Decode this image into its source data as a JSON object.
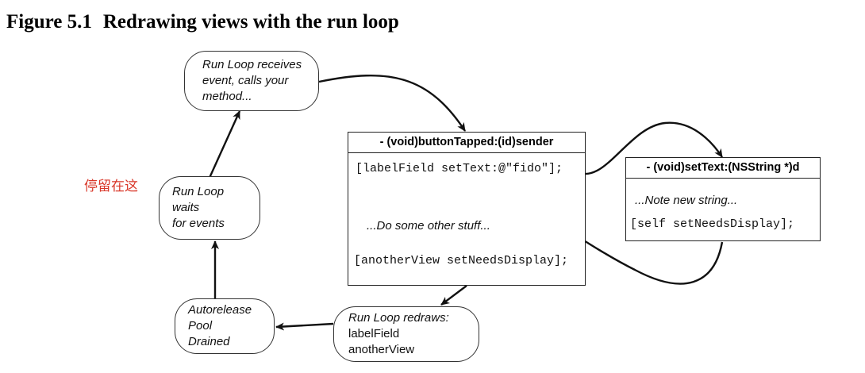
{
  "figure": {
    "number": "Figure 5.1",
    "title": "Redrawing views with the run loop"
  },
  "annotation": "停留在这",
  "nodes": {
    "receives": {
      "lines": [
        "Run Loop receives",
        "event, calls your",
        "method..."
      ]
    },
    "waits": {
      "lines": [
        "Run Loop",
        "waits",
        "for events"
      ]
    },
    "pool": {
      "lines": [
        "Autorelease",
        "Pool",
        "Drained"
      ]
    },
    "redraws": {
      "lines": [
        "Run Loop redraws:",
        "labelField",
        "anotherView"
      ]
    }
  },
  "method1": {
    "signature": "- (void)buttonTapped:(id)sender",
    "line1": "[labelField setText:@\"fido\"];",
    "comment": "...Do some other stuff...",
    "line2": "[anotherView setNeedsDisplay];"
  },
  "method2": {
    "signature": "- (void)setText:(NSString *)d",
    "comment": "...Note new string...",
    "line1": "[self setNeedsDisplay];"
  },
  "colors": {
    "annotation": "#d9382a",
    "stroke": "#111111"
  }
}
